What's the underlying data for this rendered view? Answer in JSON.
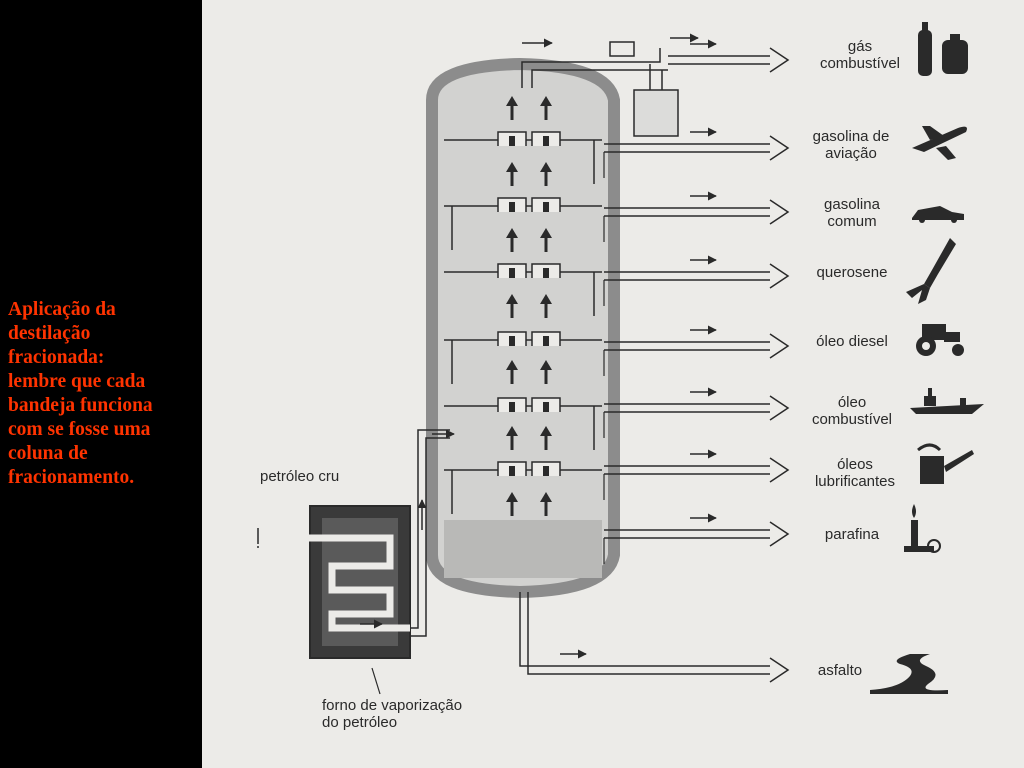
{
  "caption": {
    "lines": [
      "Aplicação da",
      "destilação",
      "fracionada:",
      "lembre que cada",
      "bandeja funciona",
      "com se fosse uma",
      "coluna de",
      "fracionamento."
    ]
  },
  "diagram": {
    "input_label": "petróleo cru",
    "furnace_label": [
      "forno de vaporização",
      "do petróleo"
    ],
    "products": [
      {
        "lines": [
          "gás",
          "combustível"
        ],
        "icon": "gas-cylinder-icon"
      },
      {
        "lines": [
          "gasolina de",
          "aviação"
        ],
        "icon": "airplane-icon"
      },
      {
        "lines": [
          "gasolina",
          "comum"
        ],
        "icon": "car-icon"
      },
      {
        "lines": [
          "querosene"
        ],
        "icon": "rocket-icon"
      },
      {
        "lines": [
          "óleo diesel"
        ],
        "icon": "tractor-icon"
      },
      {
        "lines": [
          "óleo",
          "combustível"
        ],
        "icon": "ship-icon"
      },
      {
        "lines": [
          "óleos",
          "lubrificantes"
        ],
        "icon": "oil-can-icon"
      },
      {
        "lines": [
          "parafina"
        ],
        "icon": "candle-icon"
      },
      {
        "lines": [
          "asfalto"
        ],
        "icon": "road-icon"
      }
    ]
  },
  "colors": {
    "caption_text": "#ff3300",
    "column_wall": "#8c8c8c",
    "paper": "#ecebe8",
    "ink": "#2a2a2a"
  }
}
